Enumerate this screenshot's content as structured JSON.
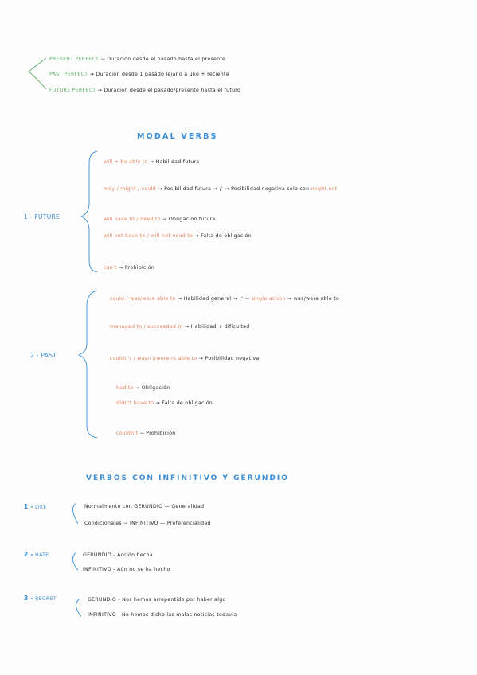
{
  "perfect": [
    {
      "tense": "PRESENT PERFECT",
      "arrow": "→",
      "desc": "Duración desde el pasado hasta el presente"
    },
    {
      "tense": "PAST PERFECT",
      "arrow": "→",
      "desc": "Duración desde 1 pasado lejano a uno + reciente"
    },
    {
      "tense": "FUTURE PERFECT",
      "arrow": "→",
      "desc": "Duración desde el pasado/presente hasta el futuro"
    }
  ],
  "modal": {
    "title": "MODAL VERBS",
    "future": {
      "label": "1 - FUTURE",
      "l1": {
        "a": "will + be able to",
        "arrow": "→",
        "b": "Habilidad futura"
      },
      "l2": {
        "a": "may / might / could",
        "arrow": "→",
        "b": "Posibilidad futura",
        "arrow2": "→",
        "c": "¡'",
        "arrow3": "→",
        "d": "Posibilidad negativa solo con",
        "e": "might not"
      },
      "l3": {
        "a": "will have to / need to",
        "arrow": "→",
        "b": "Obligación futura"
      },
      "l4": {
        "a": "will not have to / will not need to",
        "arrow": "→",
        "b": "Falta de obligación"
      },
      "l5": {
        "a": "can't",
        "arrow": "→",
        "b": "Prohibición"
      }
    },
    "past": {
      "label": "2 - PAST",
      "l1": {
        "a": "could / was/were able to",
        "arrow": "→",
        "b": "Habilidad general",
        "arrow2": "→",
        "c": "¡'",
        "arrow3": "→",
        "d": "single action",
        "arrow4": "→",
        "e": "was/were able to"
      },
      "l2": {
        "a": "managed to / succeeded in",
        "arrow": "→",
        "b": "Habilidad + dificultad"
      },
      "l3": {
        "a": "couldn't / wasn't/weren't able to",
        "arrow": "→",
        "b": "Posibilidad negativa"
      },
      "l4": {
        "a": "had to",
        "arrow": "→",
        "b": "Obligación"
      },
      "l5": {
        "a": "didn't have to",
        "arrow": "→",
        "b": "Falta de obligación"
      },
      "l6": {
        "a": "couldn't",
        "arrow": "→",
        "b": "Prohibición"
      }
    }
  },
  "verbos": {
    "title": "VERBOS CON INFINITIVO Y GERUNDIO",
    "like": {
      "num": "1 -",
      "verb": "LIKE",
      "r1": {
        "a": "Normalmente con GERUNDIO",
        "dash": "—",
        "b": "Generalidad"
      },
      "r2": {
        "a": "Condicionales → INFINITIVO",
        "dash": "—",
        "b": "Preferencialidad"
      }
    },
    "hate": {
      "num": "2 -",
      "verb": "HATE",
      "r1": {
        "a": "GERUNDIO",
        "dash": "-",
        "b": "Acción hecha"
      },
      "r2": {
        "a": "INFINITIVO",
        "dash": "-",
        "b": "Aún no se ha hecho"
      }
    },
    "regret": {
      "num": "3 -",
      "verb": "REGRET",
      "r1": {
        "a": "GERUNDIO",
        "dash": "-",
        "b": "Nos hemos arrepentido por haber algo"
      },
      "r2": {
        "a": "INFINITIVO",
        "dash": "-",
        "b": "No hemos dicho las malas noticias todavía"
      }
    }
  }
}
